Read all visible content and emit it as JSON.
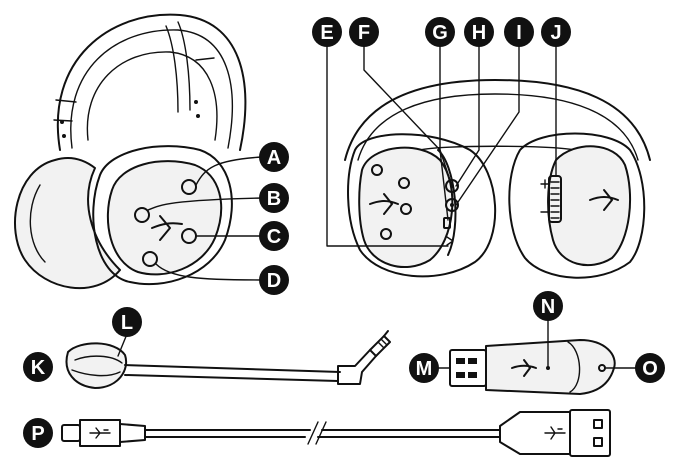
{
  "callouts": {
    "A": "A",
    "B": "B",
    "C": "C",
    "D": "D",
    "E": "E",
    "F": "F",
    "G": "G",
    "H": "H",
    "I": "I",
    "J": "J",
    "K": "K",
    "L": "L",
    "M": "M",
    "N": "N",
    "O": "O",
    "P": "P"
  },
  "colors": {
    "ink": "#111111",
    "fill": "#f2f2f2",
    "paper": "#ffffff"
  }
}
